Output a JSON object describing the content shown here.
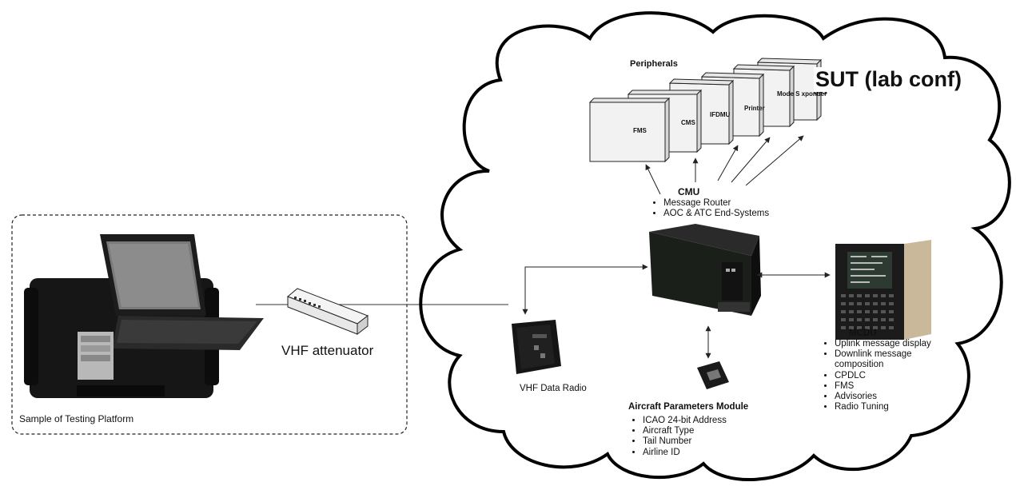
{
  "testing_platform": {
    "caption": "Sample of Testing Platform"
  },
  "attenuator": {
    "label": "VHF attenuator"
  },
  "sut": {
    "title": "SUT (lab conf)"
  },
  "peripherals": {
    "title": "Peripherals",
    "panels": [
      "FMS",
      "CMS",
      "IFDMU",
      "Printer",
      "Mode S xponder",
      "GPS"
    ]
  },
  "cmu": {
    "title": "CMU",
    "items": [
      "Message Router",
      "AOC & ATC End-Systems"
    ]
  },
  "vhf_radio": {
    "label": "VHF Data Radio"
  },
  "apm": {
    "title": "Aircraft Parameters Module",
    "items": [
      "ICAO 24-bit Address",
      "Aircraft Type",
      "Tail Number",
      "Airline ID"
    ]
  },
  "mcdu": {
    "title": "MCDU",
    "items": [
      "Uplink message display",
      "Downlink message composition",
      "CPDLC",
      "FMS",
      "Advisories",
      "Radio Tuning"
    ]
  }
}
